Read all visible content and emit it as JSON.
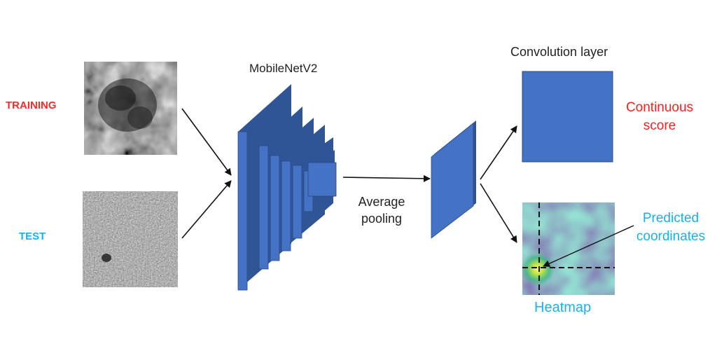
{
  "inputs": {
    "training_label": "TRAINING",
    "test_label": "TEST"
  },
  "network": {
    "backbone_label": "MobileNetV2",
    "pooling_label_line1": "Average",
    "pooling_label_line2": "pooling"
  },
  "outputs": {
    "conv_layer_label": "Convolution layer",
    "continuous_score_line1": "Continuous",
    "continuous_score_line2": "score",
    "predicted_coords_line1": "Predicted",
    "predicted_coords_line2": "coordinates",
    "heatmap_label": "Heatmap"
  },
  "colors": {
    "training": "#ff2a2a",
    "test": "#1ab0ee",
    "continuous": "#ff2020",
    "predicted": "#1ab0ee",
    "heatmap": "#1ab0ee",
    "layer_front": "#4472c4",
    "layer_side": "#2f5597",
    "text": "#222222"
  }
}
